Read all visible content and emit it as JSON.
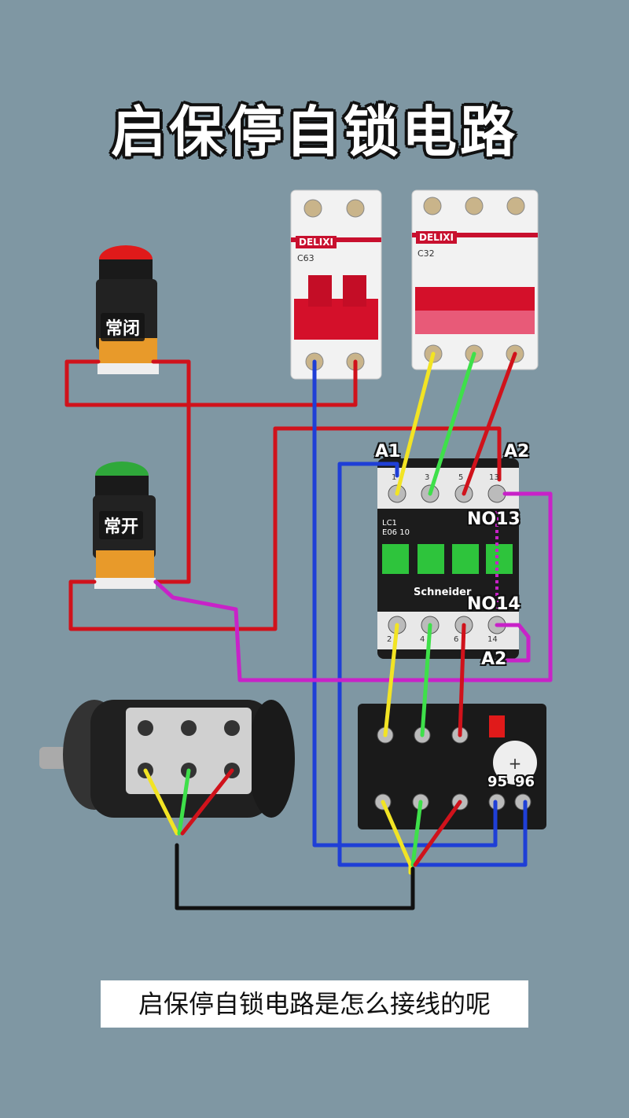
{
  "title": "启保停自锁电路",
  "subtitle": "启保停自锁电路是怎么接线的呢",
  "labels": {
    "nc": "常闭",
    "no": "常开",
    "a1": "A1",
    "a2_top": "A2",
    "no13": "NO13",
    "no14": "NO14",
    "a2_bottom": "A2",
    "t95": "95",
    "t96": "96"
  },
  "devices": {
    "breaker_2p_brand": "DELIXI",
    "breaker_2p_model": "C63",
    "breaker_3p_brand": "DELIXI",
    "breaker_3p_model": "C32",
    "contactor_model_1": "LC1",
    "contactor_model_2": "E06 10",
    "contactor_brand": "Schneider",
    "contactor_terms_top": [
      "1",
      "3",
      "5",
      "13"
    ],
    "contactor_terms_bottom": [
      "2",
      "4",
      "6",
      "14"
    ]
  },
  "colors": {
    "background": "#7f97a3",
    "wire_red": "#d0121b",
    "wire_blue": "#1f3fd6",
    "wire_yellow": "#f2e424",
    "wire_green": "#3ee04a",
    "wire_magenta": "#c822c8",
    "wire_black": "#111111"
  }
}
